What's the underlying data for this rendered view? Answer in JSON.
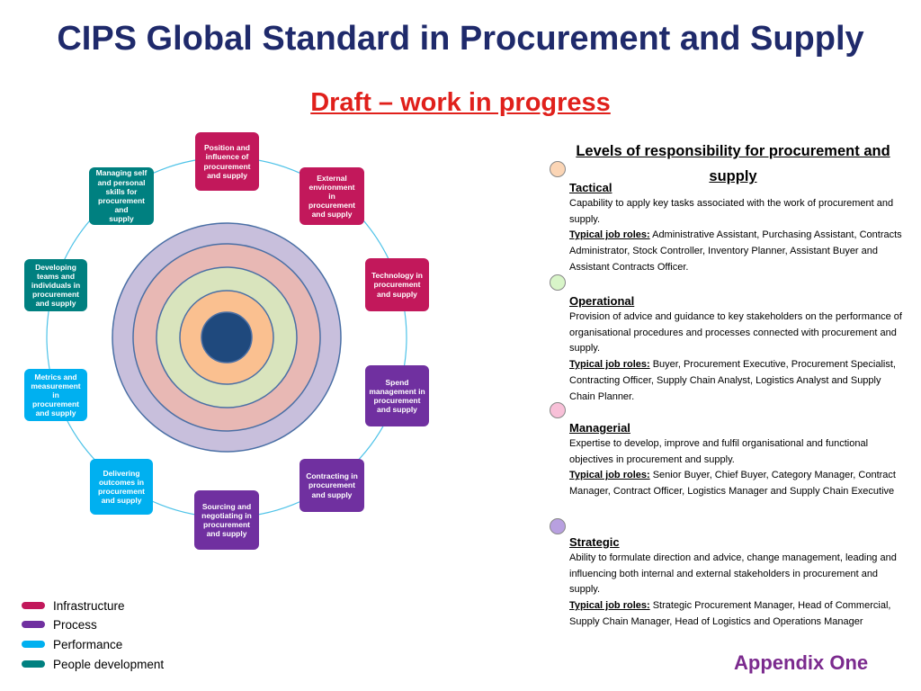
{
  "title": "CIPS Global Standard in Procurement and Supply",
  "subtitle": "Draft – work in progress",
  "wheel_boxes": [
    {
      "lines": [
        "Position and",
        "influence of",
        "procurement",
        "and supply"
      ],
      "color": "#c2185b",
      "category": "Infrastructure"
    },
    {
      "lines": [
        "External",
        "environment",
        "in",
        "procurement",
        "and supply"
      ],
      "color": "#c2185b",
      "category": "Infrastructure"
    },
    {
      "lines": [
        "Technology in",
        "procurement",
        "and supply"
      ],
      "color": "#c2185b",
      "category": "Infrastructure"
    },
    {
      "lines": [
        "Spend",
        "management in",
        "procurement",
        "and supply"
      ],
      "color": "#7030a0",
      "category": "Process"
    },
    {
      "lines": [
        "Contracting in",
        "procurement",
        "and supply"
      ],
      "color": "#7030a0",
      "category": "Process"
    },
    {
      "lines": [
        "Sourcing and",
        "negotiating in",
        "procurement",
        "and supply"
      ],
      "color": "#7030a0",
      "category": "Process"
    },
    {
      "lines": [
        "Delivering",
        "outcomes in",
        "procurement",
        "and supply"
      ],
      "color": "#00b0f0",
      "category": "Performance"
    },
    {
      "lines": [
        "Metrics and",
        "measurement",
        "in",
        "procurement",
        "and supply"
      ],
      "color": "#00b0f0",
      "category": "Performance"
    },
    {
      "lines": [
        "Developing",
        "teams and",
        "individuals in",
        "procurement",
        "and supply"
      ],
      "color": "#008080",
      "category": "People development"
    },
    {
      "lines": [
        "Managing self",
        "and personal",
        "skills for",
        "procurement and",
        "supply"
      ],
      "color": "#008080",
      "category": "People development"
    }
  ],
  "rings": [
    {
      "color": "#c8bfdc"
    },
    {
      "color": "#e8b8b4"
    },
    {
      "color": "#d9e4bd"
    },
    {
      "color": "#fac090"
    },
    {
      "color": "#1f497d"
    }
  ],
  "levels_title": "Levels of responsibility for procurement and supply",
  "levels": [
    {
      "name": "Tactical",
      "dot_color": "#fbd5b5",
      "description": "Capability to apply key tasks associated with the work of procurement and supply.",
      "roles_label": "Typical job roles:",
      "roles": " Administrative Assistant, Purchasing Assistant, Contracts Administrator, Stock Controller, Inventory Planner, Assistant Buyer and Assistant Contracts Officer."
    },
    {
      "name": "Operational",
      "dot_color": "#d8f5c8",
      "description": "Provision of advice and guidance to key stakeholders on the performance of organisational procedures and processes connected with procurement and supply.",
      "roles_label": "Typical job roles:",
      "roles": " Buyer, Procurement Executive, Procurement Specialist, Contracting Officer, Supply Chain Analyst, Logistics Analyst and Supply Chain Planner."
    },
    {
      "name": "Managerial",
      "dot_color": "#f8c0d8",
      "description": "Expertise to develop, improve and fulfil organisational and functional objectives in procurement and supply.",
      "roles_label": "Typical job roles:",
      "roles": " Senior Buyer, Chief Buyer, Category Manager, Contract Manager, Contract Officer, Logistics Manager and Supply Chain Executive"
    },
    {
      "name": "Strategic",
      "dot_color": "#b8a0e0",
      "description": "Ability to formulate direction and advice, change management, leading and influencing both internal and external stakeholders in procurement and supply.",
      "roles_label": "Typical job roles:",
      "roles": "  Strategic Procurement Manager, Head of Commercial, Supply Chain Manager, Head of Logistics and Operations Manager"
    }
  ],
  "legend": [
    {
      "label": "Infrastructure",
      "color": "#c2185b"
    },
    {
      "label": "Process",
      "color": "#7030a0"
    },
    {
      "label": "Performance",
      "color": "#00b0f0"
    },
    {
      "label": "People development",
      "color": "#008080"
    }
  ],
  "appendix": "Appendix One"
}
